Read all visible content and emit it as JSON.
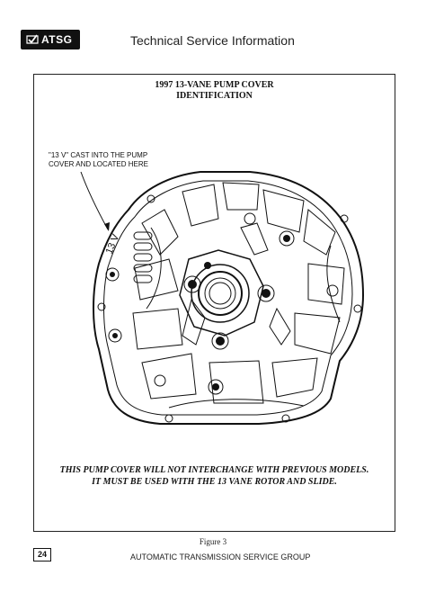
{
  "header": {
    "logo_text": "ATSG",
    "title": "Technical Service Information"
  },
  "figure": {
    "title_line1": "1997 13-VANE PUMP COVER",
    "title_line2": "IDENTIFICATION",
    "callout_line1": "\"13 V\" CAST INTO THE PUMP",
    "callout_line2": "COVER AND LOCATED HERE",
    "cast_marking": "13 V",
    "warning_line1": "THIS PUMP COVER WILL NOT INTERCHANGE WITH PREVIOUS MODELS.",
    "warning_line2": "IT MUST BE USED WITH THE 13 VANE ROTOR AND SLIDE.",
    "caption": "Figure 3"
  },
  "footer": {
    "page_number": "24",
    "organization": "AUTOMATIC TRANSMISSION SERVICE GROUP"
  }
}
